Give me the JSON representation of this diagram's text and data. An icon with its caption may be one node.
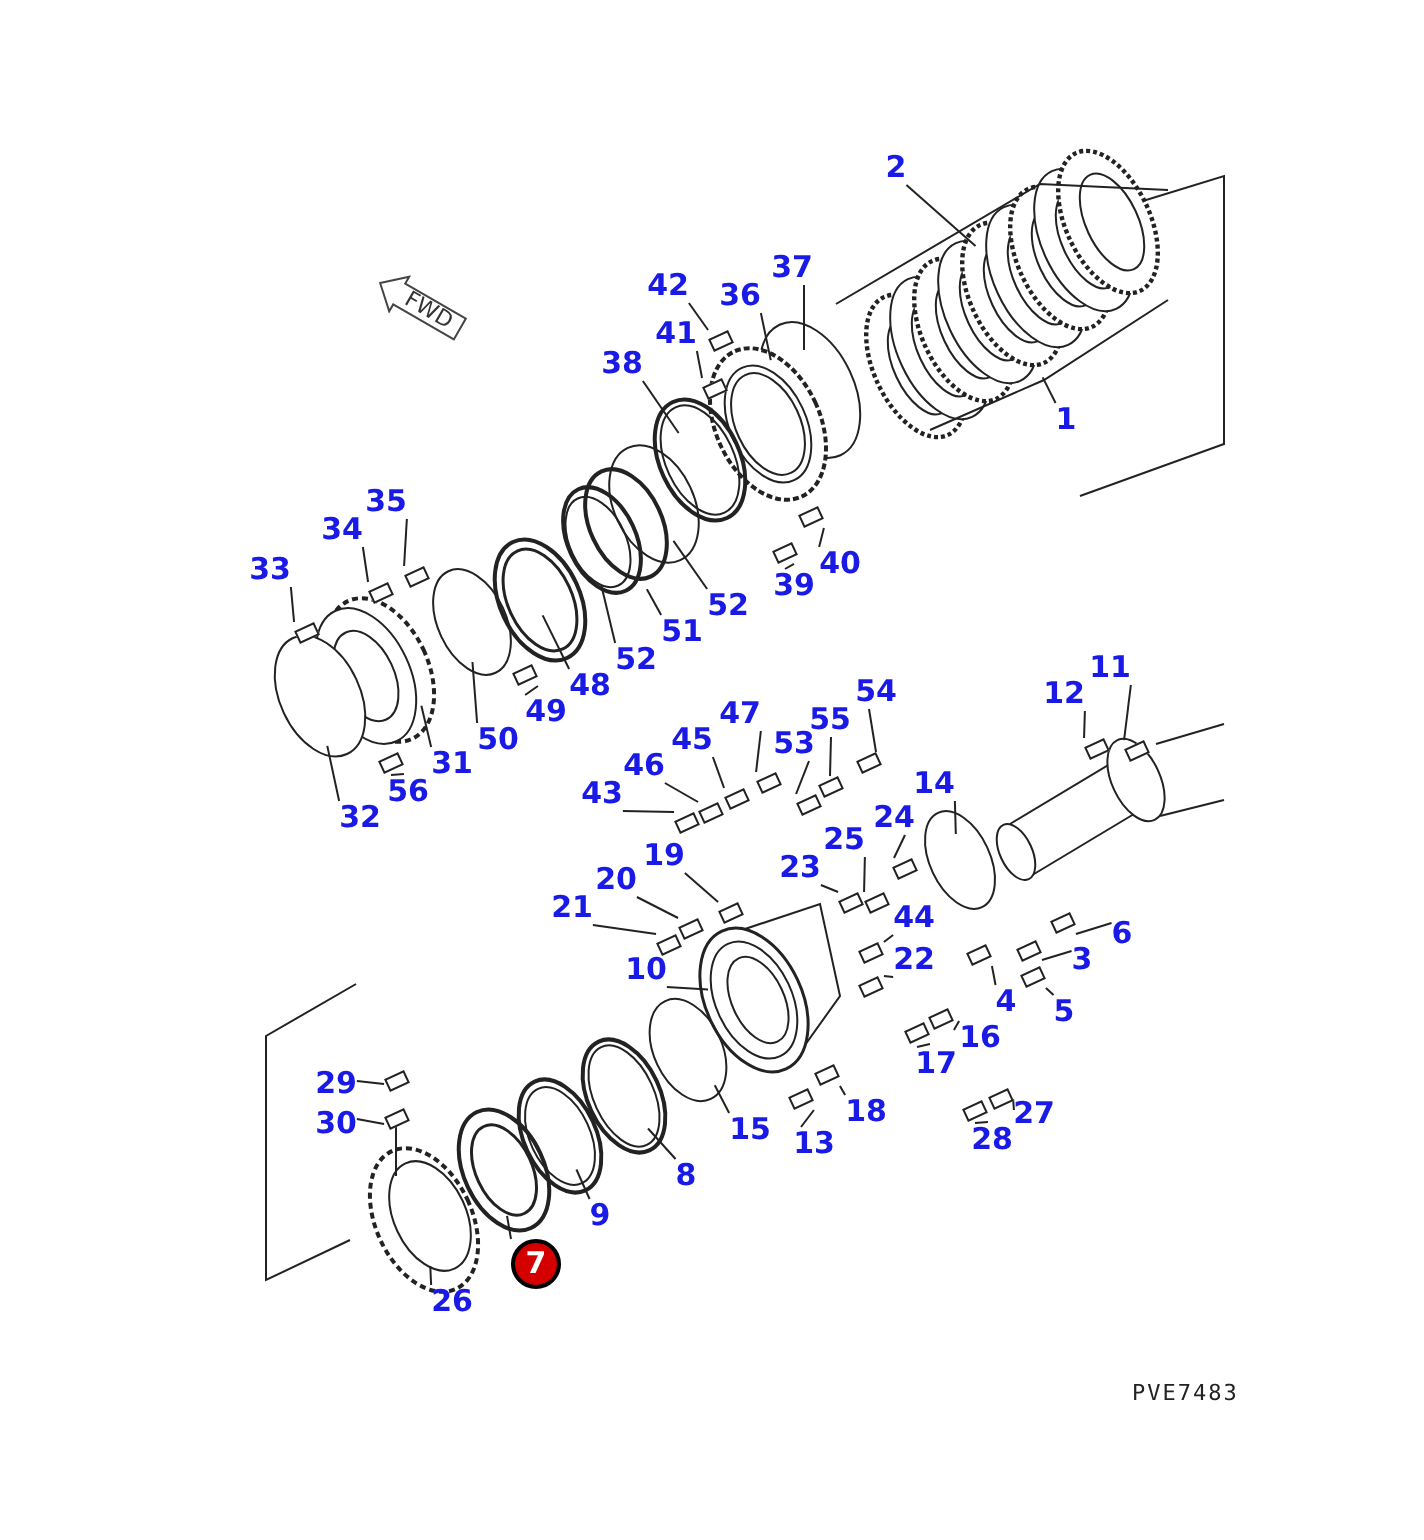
{
  "diagram": {
    "nodes": [
      {
        "text": [
          "FWD"
        ]
      },
      {
        "text": [
          "2"
        ]
      },
      {
        "text": [
          "1"
        ]
      },
      {
        "text": [
          "37"
        ]
      },
      {
        "text": [
          "36"
        ]
      },
      {
        "text": [
          "42"
        ]
      },
      {
        "text": [
          "41"
        ]
      },
      {
        "text": [
          "38"
        ]
      },
      {
        "text": [
          "35"
        ]
      },
      {
        "text": [
          "34"
        ]
      },
      {
        "text": [
          "33"
        ]
      },
      {
        "text": [
          "40"
        ]
      },
      {
        "text": [
          "39"
        ]
      },
      {
        "text": [
          "52"
        ]
      },
      {
        "text": [
          "51"
        ]
      },
      {
        "text": [
          "52"
        ]
      },
      {
        "text": [
          "48"
        ]
      },
      {
        "text": [
          "49"
        ]
      },
      {
        "text": [
          "50"
        ]
      },
      {
        "text": [
          "31"
        ]
      },
      {
        "text": [
          "56"
        ]
      },
      {
        "text": [
          "32"
        ]
      },
      {
        "text": [
          "11"
        ]
      },
      {
        "text": [
          "12"
        ]
      },
      {
        "text": [
          "54"
        ]
      },
      {
        "text": [
          "47"
        ]
      },
      {
        "text": [
          "55"
        ]
      },
      {
        "text": [
          "53"
        ]
      },
      {
        "text": [
          "45"
        ]
      },
      {
        "text": [
          "46"
        ]
      },
      {
        "text": [
          "43"
        ]
      },
      {
        "text": [
          "14"
        ]
      },
      {
        "text": [
          "24"
        ]
      },
      {
        "text": [
          "25"
        ]
      },
      {
        "text": [
          "19"
        ]
      },
      {
        "text": [
          "23"
        ]
      },
      {
        "text": [
          "20"
        ]
      },
      {
        "text": [
          "21"
        ]
      },
      {
        "text": [
          "44"
        ]
      },
      {
        "text": [
          "6"
        ]
      },
      {
        "text": [
          "22"
        ]
      },
      {
        "text": [
          "3"
        ]
      },
      {
        "text": [
          "10"
        ]
      },
      {
        "text": [
          "4"
        ]
      },
      {
        "text": [
          "5"
        ]
      },
      {
        "text": [
          "16"
        ]
      },
      {
        "text": [
          "17"
        ]
      },
      {
        "text": [
          "29"
        ]
      },
      {
        "text": [
          "30"
        ]
      },
      {
        "text": [
          "18"
        ]
      },
      {
        "text": [
          "15"
        ]
      },
      {
        "text": [
          "13"
        ]
      },
      {
        "text": [
          "27"
        ]
      },
      {
        "text": [
          "28"
        ]
      },
      {
        "text": [
          "8"
        ]
      },
      {
        "text": [
          "9"
        ]
      },
      {
        "text": [
          "7"
        ]
      },
      {
        "text": [
          "26"
        ]
      },
      {
        "text": [],
        "shape": "box"
      },
      {
        "text": [],
        "shape": "box"
      },
      {
        "text": [],
        "shape": "box"
      },
      {
        "text": [],
        "shape": "box"
      },
      {
        "text": [],
        "shape": "box"
      },
      {
        "text": [],
        "shape": "box"
      },
      {
        "text": [],
        "shape": "box"
      },
      {
        "text": [],
        "shape": "box"
      },
      {
        "text": [],
        "shape": "box"
      },
      {
        "text": [],
        "shape": "box"
      },
      {
        "text": [],
        "shape": "box"
      },
      {
        "text": [],
        "shape": "box"
      },
      {
        "text": [],
        "shape": "box"
      },
      {
        "text": [],
        "shape": "box"
      },
      {
        "text": [],
        "shape": "box"
      },
      {
        "text": [],
        "shape": "box"
      },
      {
        "text": [],
        "shape": "box"
      },
      {
        "text": [],
        "shape": "box"
      },
      {
        "text": [],
        "shape": "box"
      },
      {
        "text": [],
        "shape": "box"
      },
      {
        "text": [],
        "shape": "box"
      },
      {
        "text": [],
        "shape": "box"
      },
      {
        "text": [],
        "shape": "box"
      },
      {
        "text": [],
        "shape": "box"
      },
      {
        "text": [],
        "shape": "box"
      },
      {
        "text": [],
        "shape": "box"
      },
      {
        "text": [],
        "shape": "box"
      },
      {
        "text": [],
        "shape": "box"
      },
      {
        "text": [],
        "shape": "box"
      },
      {
        "text": [],
        "shape": "box"
      },
      {
        "text": [],
        "shape": "box"
      },
      {
        "text": [],
        "shape": "box"
      },
      {
        "text": [],
        "shape": "box"
      },
      {
        "text": [],
        "shape": "box"
      },
      {
        "text": [],
        "shape": "box"
      },
      {
        "text": [],
        "shape": "box"
      },
      {
        "text": [],
        "shape": "box"
      },
      {
        "text": [],
        "shape": "box"
      }
    ],
    "edges": [
      {
        "from": 1,
        "to": null,
        "arrow": "none"
      },
      {
        "from": 2,
        "to": null,
        "arrow": "none"
      },
      {
        "from": 3,
        "to": null,
        "arrow": "none"
      },
      {
        "from": 4,
        "to": null,
        "arrow": "none"
      },
      {
        "from": 5,
        "to": 58,
        "arrow": "none"
      },
      {
        "from": 6,
        "to": 59,
        "arrow": "none"
      },
      {
        "from": 7,
        "to": null,
        "arrow": "none"
      },
      {
        "from": 8,
        "to": 60,
        "arrow": "none"
      },
      {
        "from": 9,
        "to": 61,
        "arrow": "none"
      },
      {
        "from": 10,
        "to": 62,
        "arrow": "none"
      },
      {
        "from": 11,
        "to": 63,
        "arrow": "none"
      },
      {
        "from": 12,
        "to": 64,
        "arrow": "none"
      },
      {
        "from": 13,
        "to": null,
        "arrow": "none"
      },
      {
        "from": 14,
        "to": null,
        "arrow": "none"
      },
      {
        "from": 15,
        "to": null,
        "arrow": "none"
      },
      {
        "from": 16,
        "to": null,
        "arrow": "none"
      },
      {
        "from": 17,
        "to": 65,
        "arrow": "none"
      },
      {
        "from": 18,
        "to": null,
        "arrow": "none"
      },
      {
        "from": 19,
        "to": null,
        "arrow": "none"
      },
      {
        "from": 20,
        "to": 66,
        "arrow": "none"
      },
      {
        "from": 21,
        "to": null,
        "arrow": "none"
      },
      {
        "from": 22,
        "to": 67,
        "arrow": "none"
      },
      {
        "from": 23,
        "to": 68,
        "arrow": "none"
      },
      {
        "from": 24,
        "to": 69,
        "arrow": "none"
      },
      {
        "from": 25,
        "to": 70,
        "arrow": "none"
      },
      {
        "from": 26,
        "to": 71,
        "arrow": "none"
      },
      {
        "from": 27,
        "to": 72,
        "arrow": "none"
      },
      {
        "from": 28,
        "to": 73,
        "arrow": "none"
      },
      {
        "from": 29,
        "to": 74,
        "arrow": "none"
      },
      {
        "from": 30,
        "to": 75,
        "arrow": "none"
      },
      {
        "from": 31,
        "to": null,
        "arrow": "none"
      },
      {
        "from": 32,
        "to": 76,
        "arrow": "none"
      },
      {
        "from": 33,
        "to": 77,
        "arrow": "none"
      },
      {
        "from": 34,
        "to": 78,
        "arrow": "none"
      },
      {
        "from": 35,
        "to": 79,
        "arrow": "none"
      },
      {
        "from": 36,
        "to": 80,
        "arrow": "none"
      },
      {
        "from": 37,
        "to": 81,
        "arrow": "none"
      },
      {
        "from": 38,
        "to": 82,
        "arrow": "none"
      },
      {
        "from": 39,
        "to": 83,
        "arrow": "none"
      },
      {
        "from": 40,
        "to": 84,
        "arrow": "none"
      },
      {
        "from": 41,
        "to": 85,
        "arrow": "none"
      },
      {
        "from": 42,
        "to": null,
        "arrow": "none"
      },
      {
        "from": 43,
        "to": 86,
        "arrow": "none"
      },
      {
        "from": 44,
        "to": 87,
        "arrow": "none"
      },
      {
        "from": 45,
        "to": 88,
        "arrow": "none"
      },
      {
        "from": 46,
        "to": 89,
        "arrow": "none"
      },
      {
        "from": 47,
        "to": 90,
        "arrow": "none"
      },
      {
        "from": 48,
        "to": 91,
        "arrow": "none"
      },
      {
        "from": 49,
        "to": 92,
        "arrow": "none"
      },
      {
        "from": 50,
        "to": null,
        "arrow": "none"
      },
      {
        "from": 51,
        "to": 93,
        "arrow": "none"
      },
      {
        "from": 52,
        "to": 94,
        "arrow": "none"
      },
      {
        "from": 53,
        "to": 95,
        "arrow": "none"
      },
      {
        "from": 54,
        "to": null,
        "arrow": "none"
      },
      {
        "from": 55,
        "to": null,
        "arrow": "none"
      },
      {
        "from": 56,
        "to": null,
        "arrow": "none"
      },
      {
        "from": 57,
        "to": null,
        "arrow": "none"
      }
    ],
    "labels": [
      "PVE7483"
    ]
  }
}
